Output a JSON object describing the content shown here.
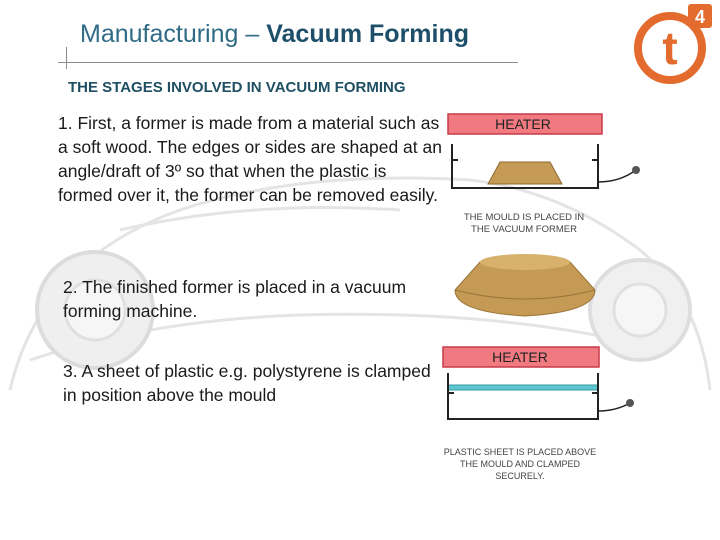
{
  "slide": {
    "title_prefix": "Manufacturing – ",
    "title_bold": "Vacuum Forming",
    "subtitle": "THE STAGES INVOLVED IN VACUUM FORMING",
    "logo": {
      "letter": "t",
      "superscript": "4",
      "color": "#e36b2d"
    }
  },
  "steps": [
    {
      "text": "1. First, a former is made from a material such as a soft wood. The edges or sides are shaped at an angle/draft of 3º so that when the plastic is formed over it, the former can be removed easily."
    },
    {
      "text": "2. The finished former is placed in a vacuum forming machine."
    },
    {
      "text": "3. A sheet of plastic e.g. polystyrene is clamped in position above the mould"
    }
  ],
  "diagrams": {
    "one": {
      "heater_label": "HEATER",
      "caption_line1": "THE MOULD IS PLACED IN",
      "caption_line2": "THE VACUUM FORMER"
    },
    "three": {
      "heater_label": "HEATER",
      "caption_line1": "PLASTIC SHEET IS PLACED ABOVE",
      "caption_line2": "THE MOULD AND CLAMPED",
      "caption_line3": "SECURELY."
    }
  },
  "colors": {
    "heater_fill": "#f07a80",
    "heater_stroke": "#c63a48",
    "mould": "#c49a55",
    "plastic_sheet": "#5fc6d0",
    "title": "#2f6b86"
  }
}
